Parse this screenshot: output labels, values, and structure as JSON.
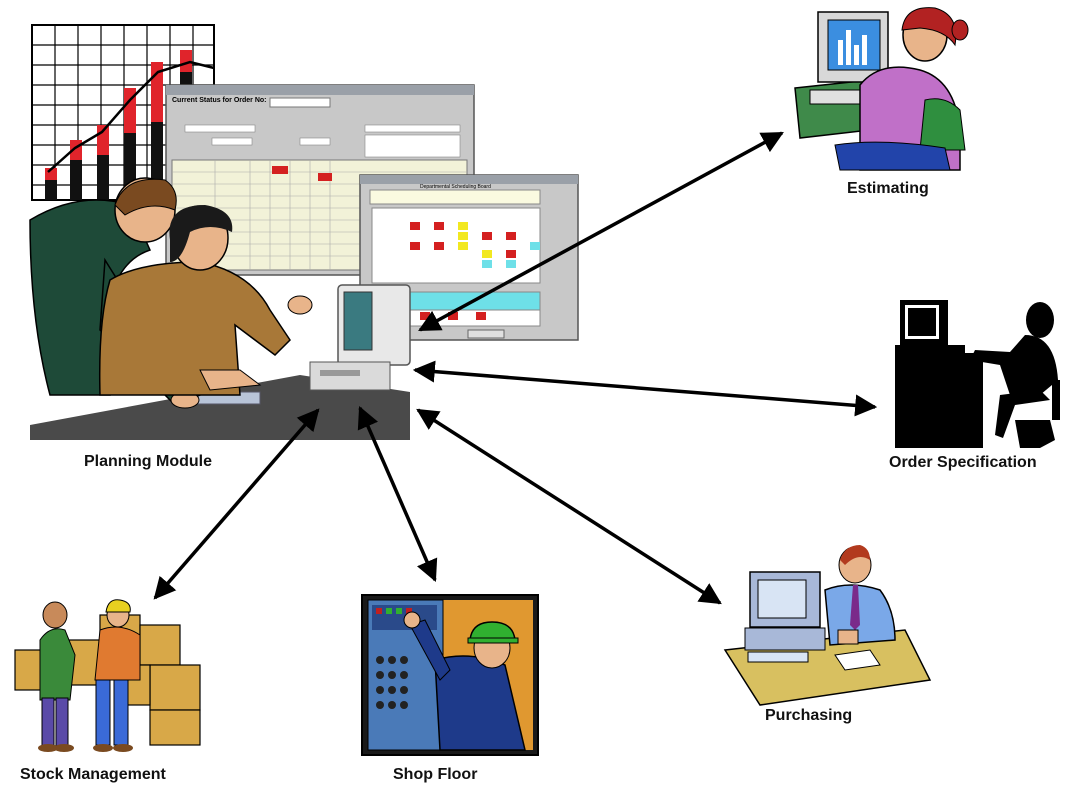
{
  "nodes": {
    "planning": {
      "label": "Planning Module"
    },
    "estimating": {
      "label": "Estimating"
    },
    "order": {
      "label": "Order Specification"
    },
    "purchasing": {
      "label": "Purchasing"
    },
    "shopfloor": {
      "label": "Shop Floor"
    },
    "stock": {
      "label": "Stock Management"
    }
  },
  "screens": {
    "main_window_title": "Current Status for Order No:",
    "schedule_window_title": "Departmental Scheduling Board"
  },
  "edges": [
    {
      "from": "planning",
      "to": "estimating"
    },
    {
      "from": "planning",
      "to": "order"
    },
    {
      "from": "planning",
      "to": "purchasing"
    },
    {
      "from": "planning",
      "to": "shopfloor"
    },
    {
      "from": "planning",
      "to": "stock"
    }
  ]
}
